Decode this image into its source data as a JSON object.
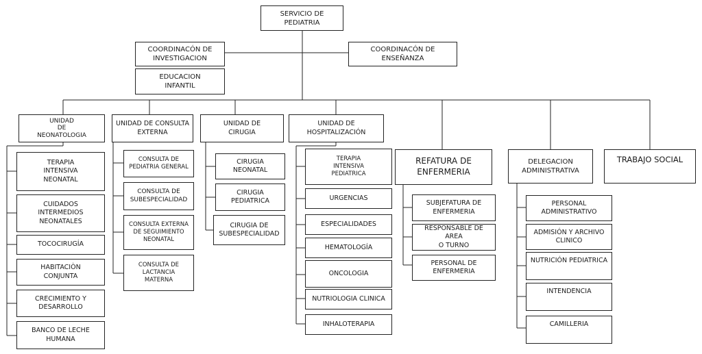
{
  "nodes": {
    "root": "SERVICIO DE\nPEDIATRIA",
    "coord_inv": "COORDINACÓN DE\nINVESTIGACION",
    "coord_ens": "COORDINACÓN DE\nENSEÑANZA",
    "educacion": "EDUCACION\nINFANTIL",
    "neonatologia": "UNIDAD\nDE\nNEONATOLOGIA",
    "consulta_externa": "UNIDAD DE CONSULTA\nEXTERNA",
    "cirugia": "UNIDAD DE\nCIRUGIA",
    "hospitalizacion": "UNIDAD DE\nHOSPITALIZACIÓN",
    "enfermeria": "REFATURA DE\nENFERMERIA",
    "administrativa": "DELEGACION\nADMINISTRATIVA",
    "trabajo_social": "TRABAJO SOCIAL",
    "neo_1": "TERAPIA\nINTENSIVA\nNEONATAL",
    "neo_2": "CUIDADOS\nINTERMEDIOS\nNEONATALES",
    "neo_3": "TOCOCIRUGÍA",
    "neo_4": "HABITACIÒN\nCONJUNTA",
    "neo_5": "CRECIMIENTO Y\nDESARROLLO",
    "neo_6": "BANCO DE LECHE\nHUMANA",
    "ce_1": "CONSULTA DE\nPEDIATRIA GENERAL",
    "ce_2": "CONSULTA DE\nSUBESPECIALIDAD",
    "ce_3": "CONSULTA EXTERNA\nDE SEGUIMIENTO\nNEONATAL",
    "ce_4": "CONSULTA DE\nLACTANCIA\nMATERNA",
    "cir_1": "CIRUGIA\nNEONATAL",
    "cir_2": "CIRUGIA\nPEDIATRICA",
    "cir_3": "CIRUGIA DE\nSUBESPECIALIDAD",
    "hosp_1": "TERAPIA\nINTENSIVA\nPEDIATRICA",
    "hosp_2": "URGENCIAS",
    "hosp_3": "ESPECIALIDADES",
    "hosp_4": "HEMATOLOGÍA",
    "hosp_5": "ONCOLOGIA",
    "hosp_6": "NUTRIOLOGIA CLINICA",
    "hosp_7": "INHALOTERAPIA",
    "enf_1": "SUBJEFATURA DE\nENFERMERIA",
    "enf_2": "RESPONSABLE DE AREA\nO TURNO",
    "enf_3": "PERSONAL DE\nENFERMERIA",
    "adm_1": "PERSONAL\nADMINISTRATIVO",
    "adm_2": "ADMISIÓN Y ARCHIVO\nCLINICO",
    "adm_3": "NUTRICIÓN PEDIATRICA",
    "adm_4": "INTENDENCIA",
    "adm_5": "CAMILLERIA"
  }
}
